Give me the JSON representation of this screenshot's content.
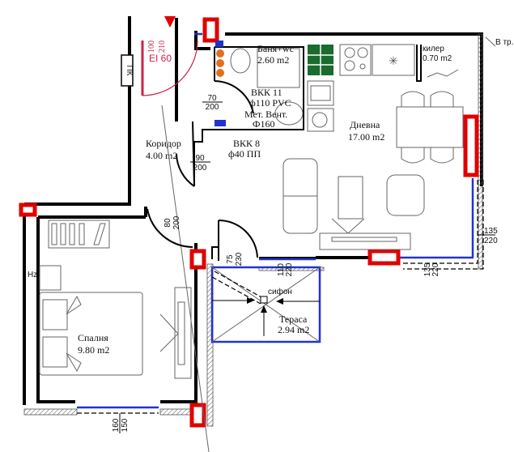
{
  "rooms": {
    "bathroom": {
      "name": "Баня+wc",
      "area": "2.60 m2"
    },
    "storage": {
      "name": "килер",
      "area": "0.70 m2"
    },
    "living": {
      "name": "Дневна",
      "area": "17.00 m2"
    },
    "corridor": {
      "name": "Коридор",
      "area": "4.00 m2"
    },
    "bedroom": {
      "name": "Спалня",
      "area": "9.80 m2"
    },
    "terrace": {
      "name": "Тераса",
      "area": "2.94 m2"
    }
  },
  "annotations": {
    "pk": "ПК",
    "fire_door_top": "100",
    "fire_door_bottom": "210",
    "fire_rating": "EI 60",
    "vkk11": "ВКК 11",
    "vkk11_pipe": "ф110 PVC",
    "vent": "Мет. Вент.",
    "vent_dia": "Ф160",
    "vkk8": "ВКК 8",
    "vkk8_pipe": "ф40 ПП",
    "siphon": "сифон",
    "pipe_note": "В тр. п",
    "left_mark": "Hz"
  },
  "door_dims": [
    {
      "w": "70",
      "h": "200"
    },
    {
      "w": "90",
      "h": "200"
    },
    {
      "w": "80",
      "h": "200"
    },
    {
      "w": "75",
      "h": "230"
    },
    {
      "w": "110",
      "h": "220"
    },
    {
      "w": "135",
      "h": "220"
    },
    {
      "w": "135",
      "h": "220"
    },
    {
      "w": "160",
      "h": "150"
    }
  ],
  "colors": {
    "wall": "#000000",
    "window": "#2233cc",
    "highlight": "#e00000",
    "fire_door": "#d0204a",
    "kitchen": "#1a6b2e",
    "pipes": "#e07020"
  }
}
